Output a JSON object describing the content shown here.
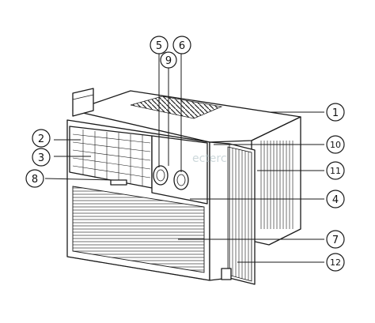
{
  "watermark": "ecterc",
  "callouts": [
    {
      "label": "1"
    },
    {
      "label": "2"
    },
    {
      "label": "3"
    },
    {
      "label": "4"
    },
    {
      "label": "5"
    },
    {
      "label": "6"
    },
    {
      "label": "7"
    },
    {
      "label": "8"
    },
    {
      "label": "9"
    },
    {
      "label": "10"
    },
    {
      "label": "11"
    },
    {
      "label": "12"
    }
  ]
}
